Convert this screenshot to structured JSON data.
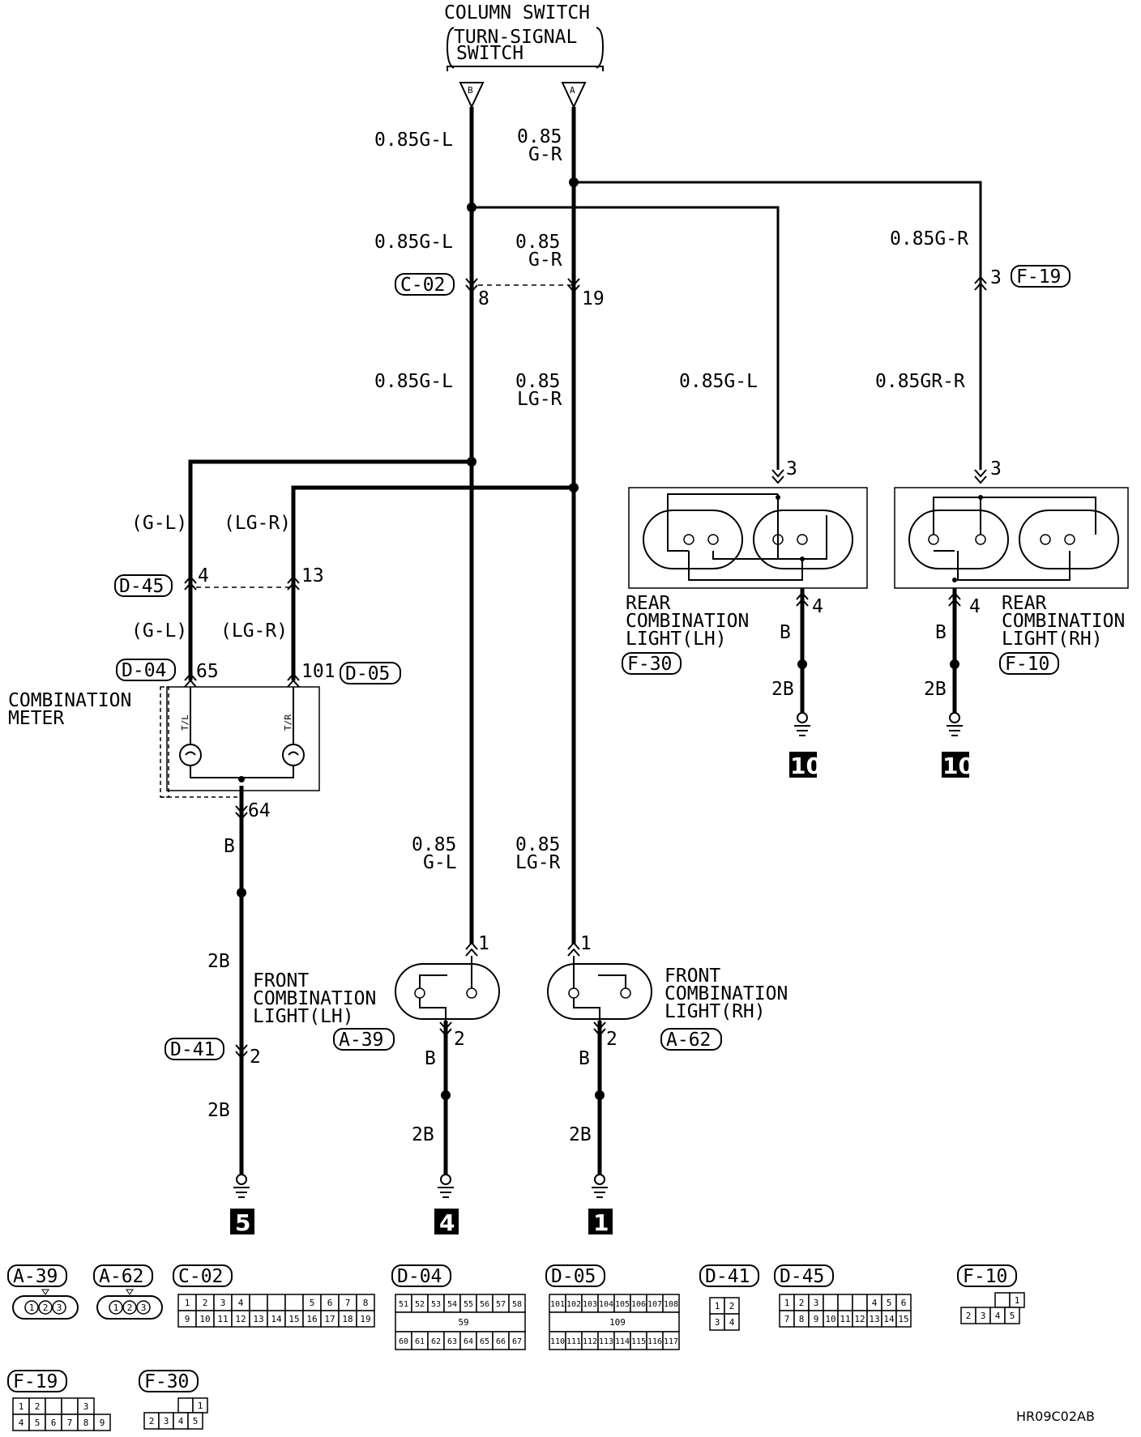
{
  "header": {
    "title": "COLUMN SWITCH",
    "subtitle_line1": "TURN-SIGNAL",
    "subtitle_line2": "SWITCH",
    "terminal_b": "B",
    "terminal_a": "A"
  },
  "wires": {
    "b_top": "0.85G-L",
    "a_top_1": "0.85",
    "a_top_2": "G-R",
    "b_mid": "0.85G-L",
    "a_mid_1": "0.85",
    "a_mid_2": "G-R",
    "right_top": "0.85G-R",
    "b_low": "0.85G-L",
    "a_low_1": "0.85",
    "a_low_2": "LG-R",
    "rear_lh_wire": "0.85G-L",
    "rear_rh_wire": "0.85GR-R",
    "meter_left_upper": "(G-L)",
    "meter_right_upper": "(LG-R)",
    "meter_left_lower": "(G-L)",
    "meter_right_lower": "(LG-R)",
    "front_lh_wire_1": "0.85",
    "front_lh_wire_2": "G-L",
    "front_rh_wire_1": "0.85",
    "front_rh_wire_2": "LG-R",
    "b": "B",
    "b2": "2B"
  },
  "connectors": {
    "c02": "C-02",
    "f19": "F-19",
    "d45": "D-45",
    "d04": "D-04",
    "d05": "D-05",
    "d41": "D-41",
    "a39": "A-39",
    "a62": "A-62",
    "f30": "F-30",
    "f10": "F-10"
  },
  "pins": {
    "c02_b": "8",
    "c02_a": "19",
    "f19": "3",
    "rear_lh_in": "3",
    "rear_rh_in": "3",
    "rear_lh_out": "4",
    "rear_rh_out": "4",
    "d45_left": "4",
    "d45_right": "13",
    "d04": "65",
    "d05": "101",
    "meter_out": "64",
    "d41": "2",
    "front_lh_in": "1",
    "front_rh_in": "1",
    "front_lh_out": "2",
    "front_rh_out": "2"
  },
  "components": {
    "meter_line1": "COMBINATION",
    "meter_line2": "METER",
    "meter_tl": "T/L",
    "meter_tr": "T/R",
    "rear_lh_line1": "REAR",
    "rear_lh_line2": "COMBINATION",
    "rear_lh_line3": "LIGHT(LH)",
    "rear_rh_line1": "REAR",
    "rear_rh_line2": "COMBINATION",
    "rear_rh_line3": "LIGHT(RH)",
    "front_lh_line1": "FRONT",
    "front_lh_line2": "COMBINATION",
    "front_lh_line3": "LIGHT(LH)",
    "front_rh_line1": "FRONT",
    "front_rh_line2": "COMBINATION",
    "front_rh_line3": "LIGHT(RH)"
  },
  "grounds": {
    "g5": "5",
    "g4": "4",
    "g1": "1",
    "g10_lh": "10",
    "g10_rh": "10"
  },
  "connector_views": {
    "a39_pins": [
      "1",
      "2",
      "3"
    ],
    "a62_pins": [
      "1",
      "2",
      "3"
    ],
    "c02_top": [
      "1",
      "2",
      "3",
      "4",
      "",
      "",
      "",
      "5",
      "6",
      "7",
      "8"
    ],
    "c02_bottom": [
      "9",
      "10",
      "11",
      "12",
      "13",
      "14",
      "15",
      "16",
      "17",
      "18",
      "19"
    ],
    "d04_top": [
      "51",
      "52",
      "53",
      "54",
      "55",
      "56",
      "57",
      "58"
    ],
    "d04_mid": "59",
    "d04_bottom": [
      "60",
      "61",
      "62",
      "63",
      "64",
      "65",
      "66",
      "67"
    ],
    "d05_top": [
      "101",
      "102",
      "103",
      "104",
      "105",
      "106",
      "107",
      "108"
    ],
    "d05_mid": "109",
    "d05_bottom": [
      "110",
      "111",
      "112",
      "113",
      "114",
      "115",
      "116",
      "117"
    ],
    "d41_pins": [
      "1",
      "2",
      "3",
      "4"
    ],
    "d45_top": [
      "1",
      "2",
      "3",
      "",
      "",
      "",
      "4",
      "5",
      "6"
    ],
    "d45_bottom": [
      "7",
      "8",
      "9",
      "10",
      "11",
      "12",
      "13",
      "14",
      "15"
    ],
    "f10_top": [
      "",
      "1"
    ],
    "f10_bottom": [
      "2",
      "3",
      "4",
      "5"
    ],
    "f19_top": [
      "1",
      "2",
      "",
      "",
      "3"
    ],
    "f19_bottom": [
      "4",
      "5",
      "6",
      "7",
      "8",
      "9"
    ],
    "f30_top": [
      "",
      "1"
    ],
    "f30_bottom": [
      "2",
      "3",
      "4",
      "5"
    ]
  },
  "footer": {
    "code": "HR09C02AB"
  }
}
